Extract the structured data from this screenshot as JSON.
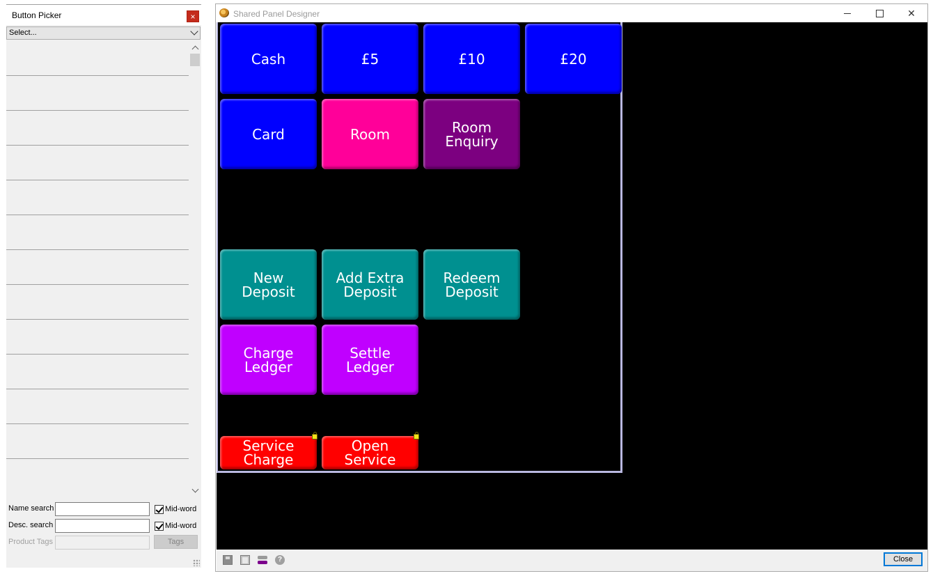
{
  "picker": {
    "title": "Button Picker",
    "close_glyph": "×",
    "select_value": "Select...",
    "name_search_label": "Name search",
    "desc_search_label": "Desc. search",
    "product_tags_label": "Product Tags",
    "midword_label": "Mid-word",
    "tags_button": "Tags",
    "name_search_value": "",
    "desc_search_value": "",
    "midword_name_checked": true,
    "midword_desc_checked": true
  },
  "designer": {
    "title": "Shared Panel Designer",
    "close_button": "Close",
    "status_icons": [
      "save-icon",
      "page-icon",
      "layers-icon",
      "help-icon"
    ]
  },
  "colors": {
    "blue": "#0000ff",
    "pink": "#ff0099",
    "purple": "#7c0080",
    "teal": "#009090",
    "violet": "#c000ff",
    "red": "#ff0000",
    "canvas": "#000000",
    "panel_border": "#b9b8e0"
  },
  "panel_buttons": [
    {
      "label": "Cash",
      "color": "blue"
    },
    {
      "label": "£5",
      "color": "blue"
    },
    {
      "label": "£10",
      "color": "blue"
    },
    {
      "label": "£20",
      "color": "blue"
    },
    {
      "label": "Card",
      "color": "blue"
    },
    {
      "label": "Room",
      "color": "pink"
    },
    {
      "label": "Room\nEnquiry",
      "color": "purple"
    },
    {
      "label": "New\nDeposit",
      "color": "teal"
    },
    {
      "label": "Add Extra\nDeposit",
      "color": "teal"
    },
    {
      "label": "Redeem\nDeposit",
      "color": "teal"
    },
    {
      "label": "Charge\nLedger",
      "color": "violet"
    },
    {
      "label": "Settle\nLedger",
      "color": "violet"
    },
    {
      "label": "Service\nCharge",
      "color": "red",
      "locked": true
    },
    {
      "label": "Open\nService",
      "color": "red",
      "locked": true
    }
  ]
}
